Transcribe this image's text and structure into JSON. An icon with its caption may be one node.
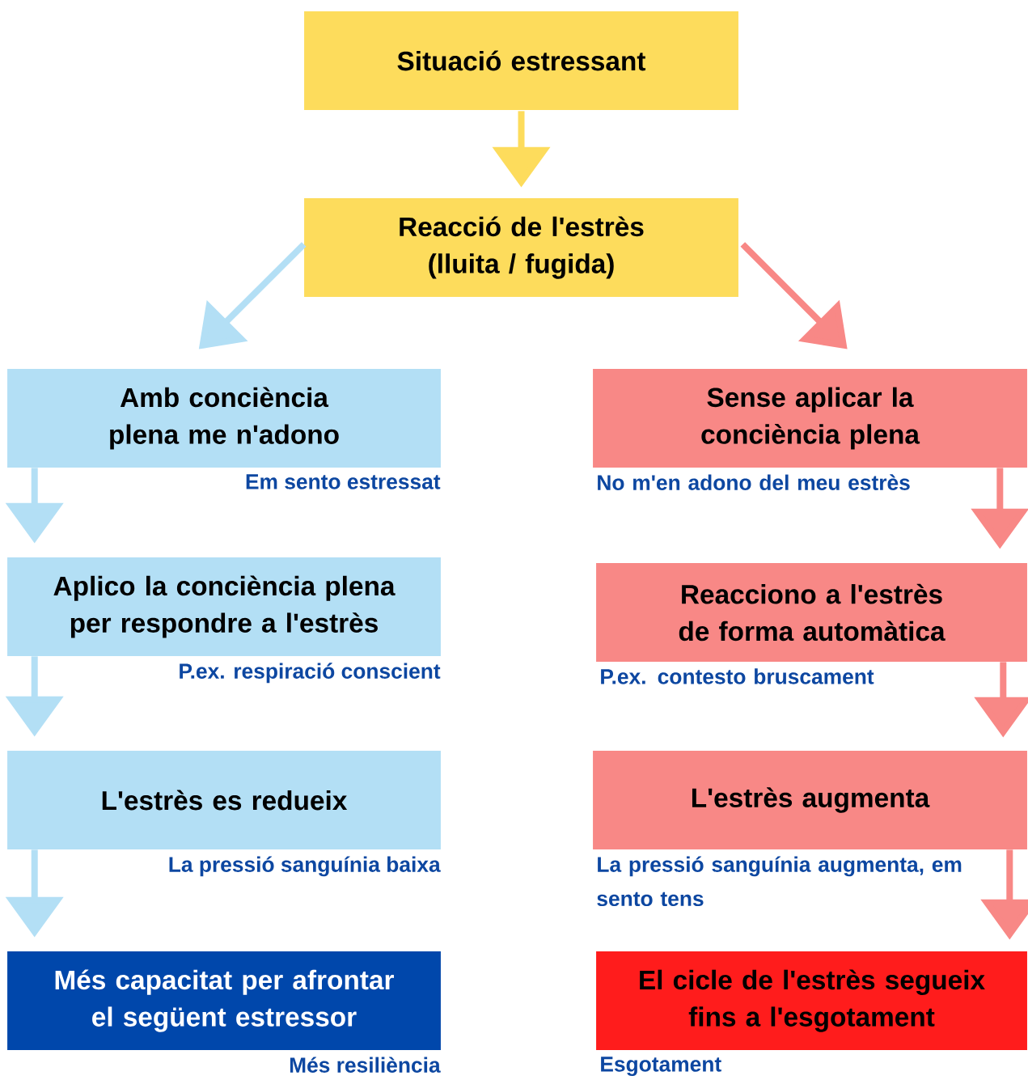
{
  "diagram": {
    "nodes": [
      {
        "text": [
          "Situació estressant"
        ]
      },
      {
        "text": [
          "Reacció de l'estrès (lluita / fugida)"
        ]
      },
      {
        "text": [
          "Amb conciència plena me n'adono"
        ],
        "beside": [
          "Em sento estressat"
        ]
      },
      {
        "text": [
          "Sense aplicar la conciència plena"
        ],
        "beside": [
          "No m'en adono del meu estrès"
        ]
      },
      {
        "text": [
          "Aplico la conciència plena per respondre a l'estrès"
        ],
        "beside": [
          "P.ex. respiració conscient"
        ]
      },
      {
        "text": [
          "Reacciono a l'estrès de forma automàtica"
        ],
        "beside": [
          "P.ex. contesto bruscament"
        ]
      },
      {
        "text": [
          "L'estrès es redueix"
        ],
        "beside": [
          "La pressió sanguínia baixa"
        ]
      },
      {
        "text": [
          "L'estrès augmenta"
        ],
        "beside": [
          "La pressió sanguínia augmenta, em sento tens"
        ]
      },
      {
        "text": [
          "Més capacitat per afrontar el següent estressor"
        ],
        "beside": [
          "Més resiliència"
        ]
      },
      {
        "text": [
          "El cicle de l'estrès segueix fins a l'esgotament"
        ],
        "beside": [
          "Esgotament"
        ]
      }
    ],
    "edges": [
      {
        "from": 0,
        "to": 1,
        "arrow": "to",
        "color": "#fddc5c"
      },
      {
        "from": 1,
        "to": 2,
        "arrow": "to",
        "color": "#b3dff5"
      },
      {
        "from": 1,
        "to": 3,
        "arrow": "to",
        "color": "#f88886"
      },
      {
        "from": 2,
        "to": 4,
        "arrow": "to",
        "color": "#b3dff5"
      },
      {
        "from": 4,
        "to": 6,
        "arrow": "to",
        "color": "#b3dff5"
      },
      {
        "from": 6,
        "to": 8,
        "arrow": "to",
        "color": "#b3dff5"
      },
      {
        "from": 3,
        "to": 5,
        "arrow": "to",
        "color": "#f88886"
      },
      {
        "from": 5,
        "to": 7,
        "arrow": "to",
        "color": "#f88886"
      },
      {
        "from": 7,
        "to": 9,
        "arrow": "to",
        "color": "#f88886"
      }
    ]
  }
}
